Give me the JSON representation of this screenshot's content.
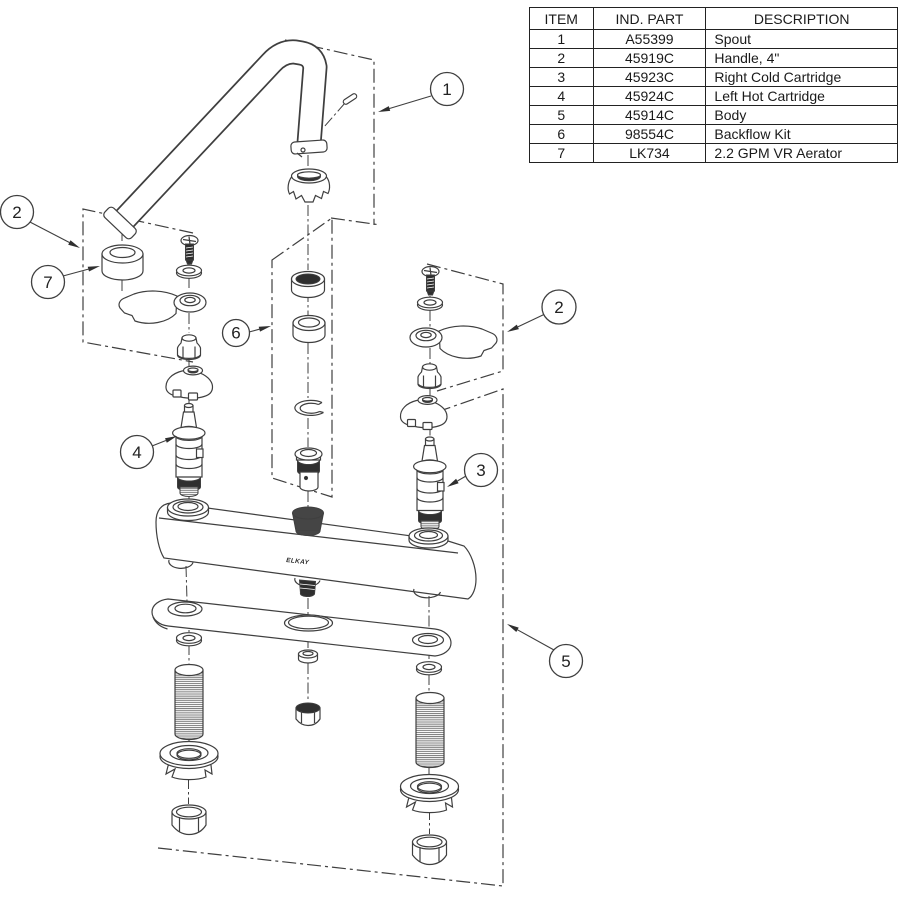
{
  "parts_table": {
    "headers": [
      "ITEM",
      "IND. PART",
      "DESCRIPTION"
    ],
    "rows": [
      {
        "item": "1",
        "part": "A55399",
        "description": "Spout"
      },
      {
        "item": "2",
        "part": "45919C",
        "description": "Handle, 4\""
      },
      {
        "item": "3",
        "part": "45923C",
        "description": "Right Cold Cartridge"
      },
      {
        "item": "4",
        "part": "45924C",
        "description": "Left Hot Cartridge"
      },
      {
        "item": "5",
        "part": "45914C",
        "description": "Body"
      },
      {
        "item": "6",
        "part": "98554C",
        "description": "Backflow Kit"
      },
      {
        "item": "7",
        "part": "LK734",
        "description": "2.2 GPM VR Aerator"
      }
    ]
  },
  "diagram": {
    "brand_label": "ELKAY",
    "callouts": [
      {
        "label": "1"
      },
      {
        "label": "2"
      },
      {
        "label": "7"
      },
      {
        "label": "6"
      },
      {
        "label": "2"
      },
      {
        "label": "3"
      },
      {
        "label": "4"
      },
      {
        "label": "5"
      }
    ]
  },
  "colors": {
    "line": "#3f3f3f",
    "dark_fill": "#2f2f2f",
    "text": "#1a1a1a",
    "background": "#ffffff"
  }
}
